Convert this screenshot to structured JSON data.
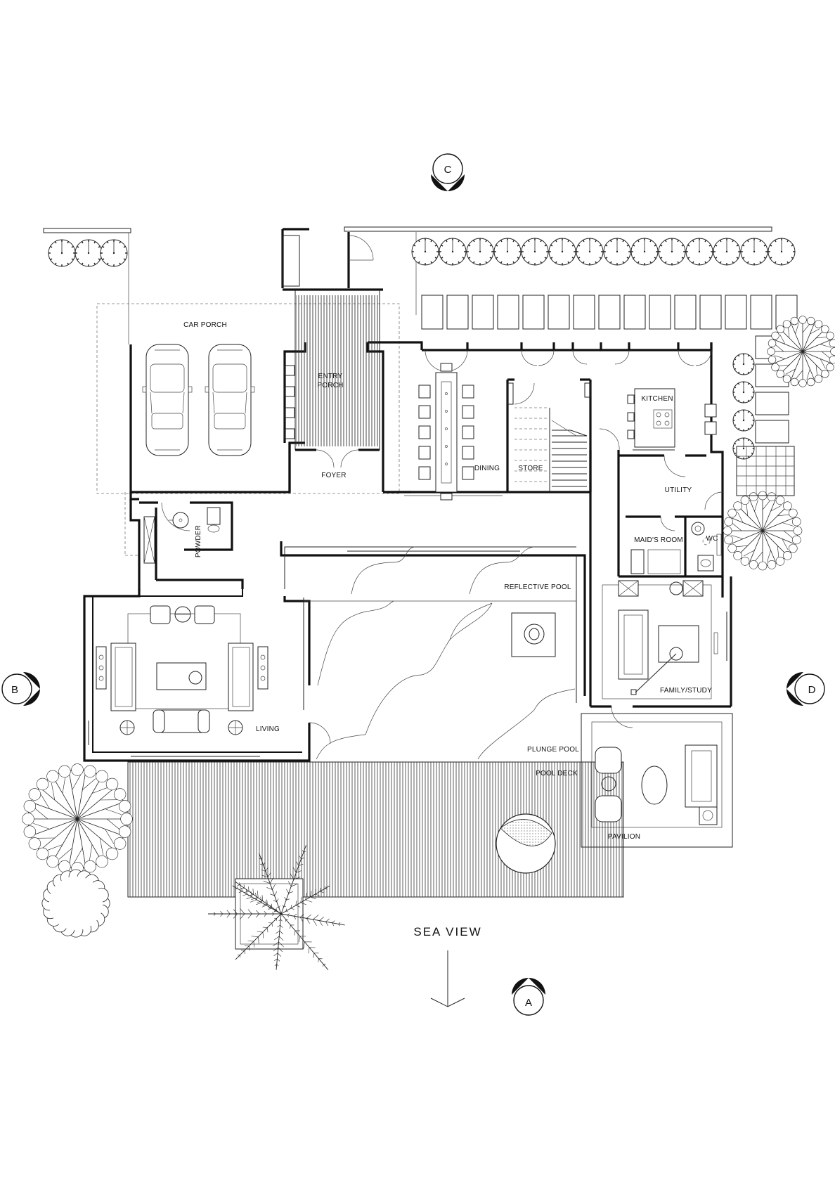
{
  "rooms": {
    "car_porch": "CAR PORCH",
    "entry_porch_1": "ENTRY",
    "entry_porch_2": "PORCH",
    "foyer": "FOYER",
    "dining": "DINING",
    "store": "STORE",
    "kitchen": "KITCHEN",
    "utility": "UTILITY",
    "maids_room": "MAID'S ROOM",
    "wc": "WC",
    "powder": "POWDER",
    "reflective_pool": "REFLECTIVE POOL",
    "family_study": "FAMILY/STUDY",
    "living": "LIVING",
    "plunge_pool": "PLUNGE POOL",
    "pool_deck": "POOL DECK",
    "pavilion": "PAVILION"
  },
  "orientation": {
    "sea_view": "SEA VIEW"
  },
  "section_markers": {
    "top": "C",
    "left": "B",
    "right": "D",
    "bottom": "A"
  }
}
